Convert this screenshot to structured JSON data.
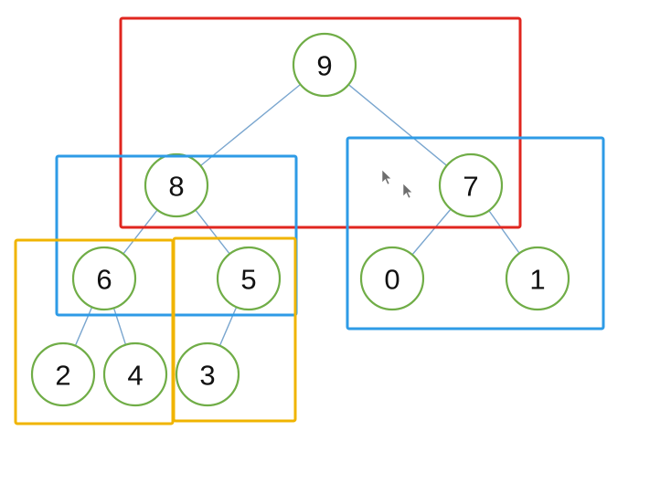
{
  "colors": {
    "node_stroke": "#70ad47",
    "edge": "#7aa6cf",
    "box_red": "#e0261f",
    "box_blue": "#2e9be6",
    "box_yellow": "#f0b400"
  },
  "tree": {
    "nodes": [
      {
        "id": "n9",
        "label": "9"
      },
      {
        "id": "n8",
        "label": "8"
      },
      {
        "id": "n7",
        "label": "7"
      },
      {
        "id": "n6",
        "label": "6"
      },
      {
        "id": "n5",
        "label": "5"
      },
      {
        "id": "n0",
        "label": "0"
      },
      {
        "id": "n1",
        "label": "1"
      },
      {
        "id": "n2",
        "label": "2"
      },
      {
        "id": "n4",
        "label": "4"
      },
      {
        "id": "n3",
        "label": "3"
      }
    ],
    "edges": [
      {
        "from": "n9",
        "to": "n8"
      },
      {
        "from": "n9",
        "to": "n7"
      },
      {
        "from": "n8",
        "to": "n6"
      },
      {
        "from": "n8",
        "to": "n5"
      },
      {
        "from": "n7",
        "to": "n0"
      },
      {
        "from": "n7",
        "to": "n1"
      },
      {
        "from": "n6",
        "to": "n2"
      },
      {
        "from": "n6",
        "to": "n4"
      },
      {
        "from": "n5",
        "to": "n3"
      }
    ]
  },
  "groups": [
    {
      "id": "red-box",
      "color": "red",
      "contains": [
        "n9",
        "n8",
        "n7"
      ]
    },
    {
      "id": "blue-box-left",
      "color": "blue",
      "contains": [
        "n8",
        "n6",
        "n5"
      ]
    },
    {
      "id": "blue-box-right",
      "color": "blue",
      "contains": [
        "n7",
        "n0",
        "n1"
      ]
    },
    {
      "id": "yellow-box-left",
      "color": "yellow",
      "contains": [
        "n6",
        "n2",
        "n4"
      ]
    },
    {
      "id": "yellow-box-right",
      "color": "yellow",
      "contains": [
        "n5",
        "n3"
      ]
    }
  ],
  "cursors": [
    {
      "icon": "mouse-pointer-icon"
    },
    {
      "icon": "mouse-pointer-icon"
    }
  ]
}
